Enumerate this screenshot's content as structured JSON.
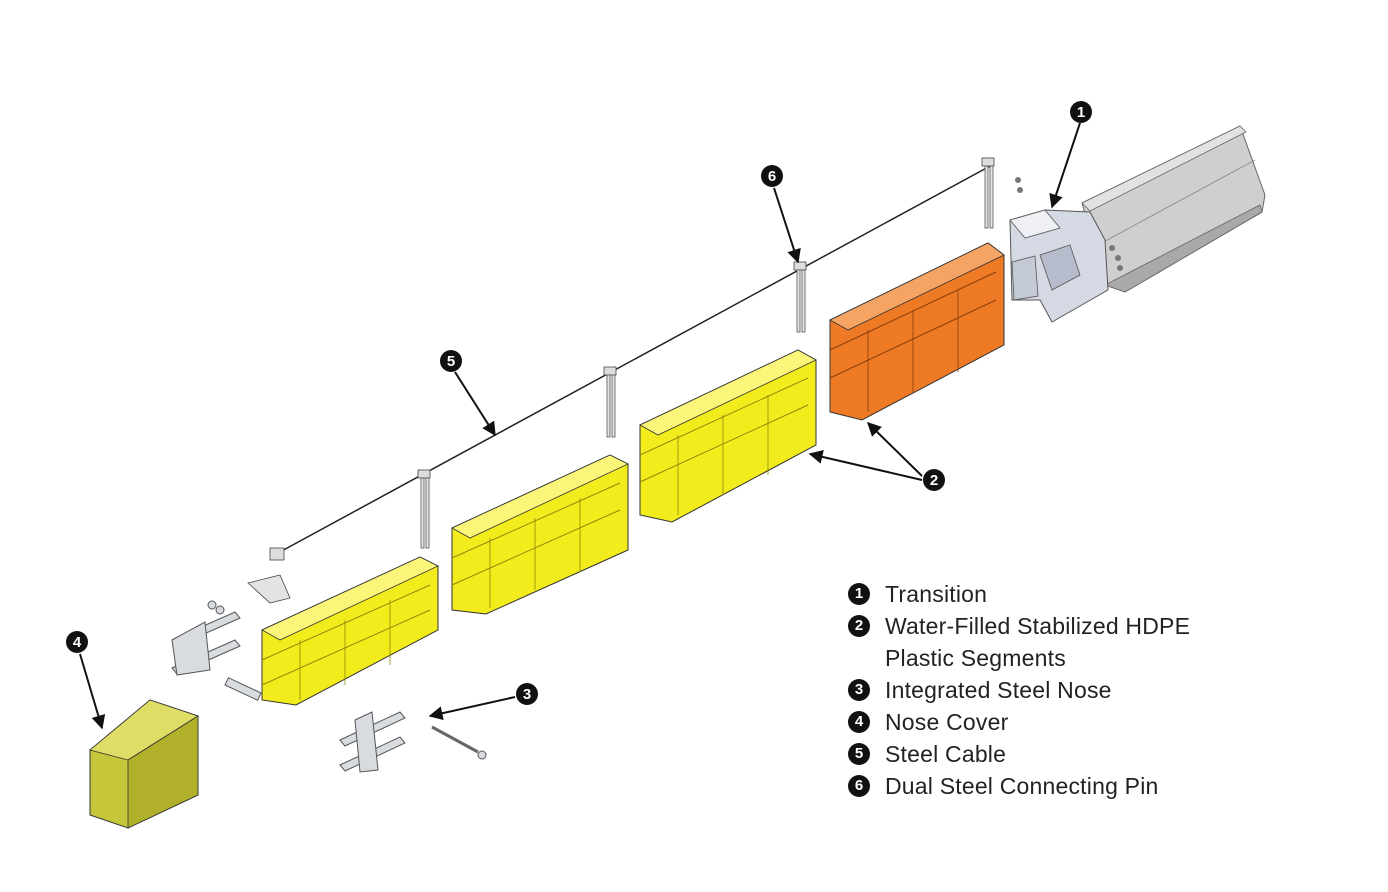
{
  "colors": {
    "yellow": "#f2ec1c",
    "yellow_dark": "#c9c410",
    "orange": "#ee7a26",
    "orange_dark": "#c45a12",
    "transition_gray": "#cfd3dc",
    "barrier_gray": "#c9c9c9",
    "nose_cover": "#c6c63a",
    "steel": "#b9bcc2"
  },
  "callouts": [
    {
      "number": "1"
    },
    {
      "number": "2"
    },
    {
      "number": "3"
    },
    {
      "number": "4"
    },
    {
      "number": "5"
    },
    {
      "number": "6"
    }
  ],
  "legend": [
    {
      "number": "1",
      "label": "Transition"
    },
    {
      "number": "2",
      "label": "Water-Filled Stabilized HDPE\nPlastic Segments"
    },
    {
      "number": "3",
      "label": "Integrated Steel Nose"
    },
    {
      "number": "4",
      "label": "Nose Cover"
    },
    {
      "number": "5",
      "label": "Steel Cable"
    },
    {
      "number": "6",
      "label": "Dual Steel Connecting Pin"
    }
  ]
}
